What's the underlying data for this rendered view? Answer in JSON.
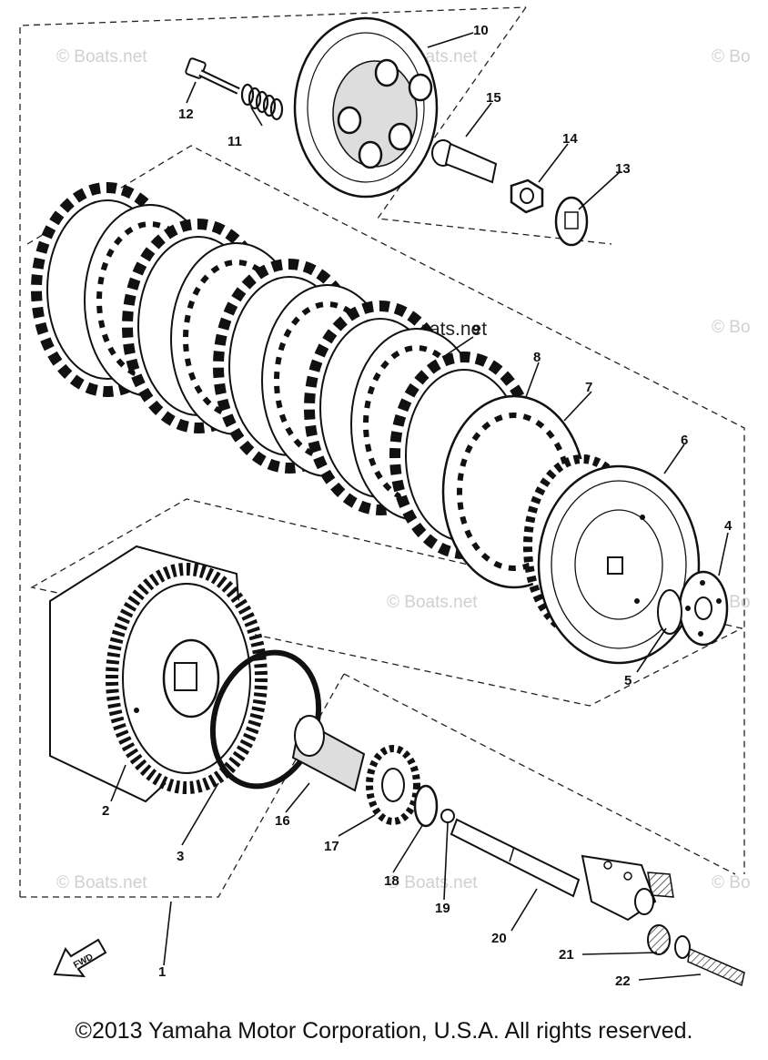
{
  "callouts": [
    "1",
    "2",
    "3",
    "4",
    "5",
    "6",
    "7",
    "8",
    "9",
    "10",
    "11",
    "12",
    "13",
    "14",
    "15",
    "16",
    "17",
    "18",
    "19",
    "20",
    "21",
    "22"
  ],
  "watermark": "© Boats.net",
  "watermark_partial": "© Bo",
  "fwd_label": "FWD",
  "copyright": "©2013 Yamaha Motor Corporation, U.S.A. All rights reserved."
}
